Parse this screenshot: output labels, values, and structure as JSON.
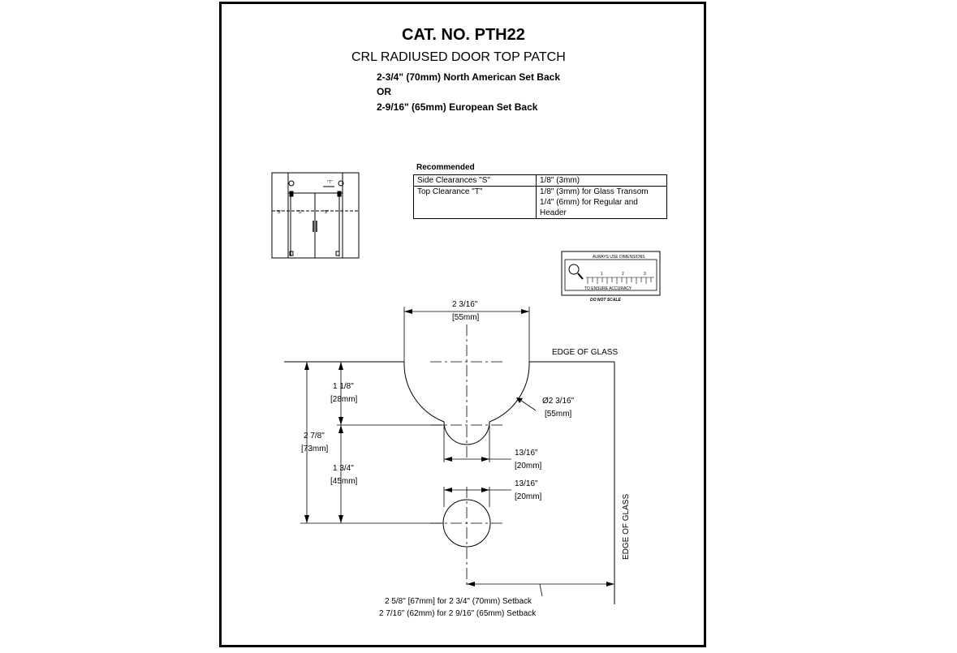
{
  "title": "CAT. NO. PTH22",
  "subtitle": "CRL RADIUSED DOOR TOP PATCH",
  "setback": {
    "line1": "2-3/4\" (70mm)  North American Set Back",
    "line2": "OR",
    "line3": "2-9/16\" (65mm) European Set Back"
  },
  "recommended": {
    "heading": "Recommended",
    "rows": [
      {
        "label": "Side Clearances \"S\"",
        "value1": "1/8\" (3mm)",
        "value2": ""
      },
      {
        "label": "Top Clearance \"T\"",
        "value1": "1/8\" (3mm) for Glass Transom",
        "value2": "1/4\" (6mm) for Regular and Header"
      }
    ]
  },
  "scale_badge": {
    "top": "ALWAYS USE DIMENSIONS",
    "bottom": "TO ENSURE ACCURACY",
    "note": "DO NOT SCALE",
    "ticks": [
      "1",
      "2",
      "3"
    ]
  },
  "thumbnail": {
    "t_label": "\"T\"",
    "s_label": "\"S\""
  },
  "dimensions": {
    "top_width": "2 3/16\"",
    "top_width_mm": "[55mm]",
    "edge_of_glass": "EDGE OF GLASS",
    "edge_of_glass_vertical": "EDGE OF GLASS",
    "h1": "1 1/8\"",
    "h1_mm": "[28mm]",
    "total": "2 7/8\"",
    "total_mm": "[73mm]",
    "h2": "1 3/4\"",
    "h2_mm": "[45mm]",
    "diameter": "Ø2 3/16\"",
    "diameter_mm": "[55mm]",
    "notch": "13/16\"",
    "notch_mm": "[20mm]",
    "hole": "13/16\"",
    "hole_mm": "[20mm]",
    "setback_line1": "2 5/8\" [67mm] for 2 3/4\" (70mm) Setback",
    "setback_line2": "2 7/16\" (62mm) for 2 9/16\" (65mm) Setback"
  }
}
